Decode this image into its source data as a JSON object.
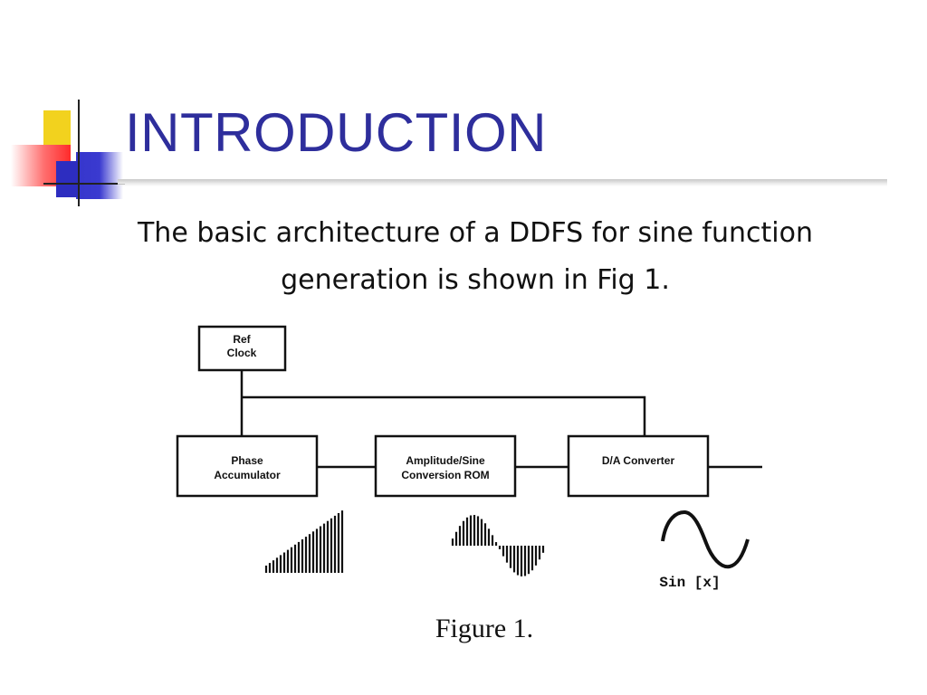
{
  "slide": {
    "title": "INTRODUCTION",
    "body_line1": "The basic architecture of a DDFS for sine function",
    "body_line2": "generation is shown in Fig 1.",
    "title_color": "#2e2e9c"
  },
  "diagram": {
    "ref_clock": {
      "line1": "Ref",
      "line2": "Clock"
    },
    "phase_accumulator": {
      "line1": "Phase",
      "line2": "Accumulator"
    },
    "amplitude_rom": {
      "line1": "Amplitude/Sine",
      "line2": "Conversion ROM"
    },
    "da_converter": {
      "line1": "D/A Converter"
    },
    "sine_label": "Sin [x]",
    "caption": "Figure 1."
  }
}
